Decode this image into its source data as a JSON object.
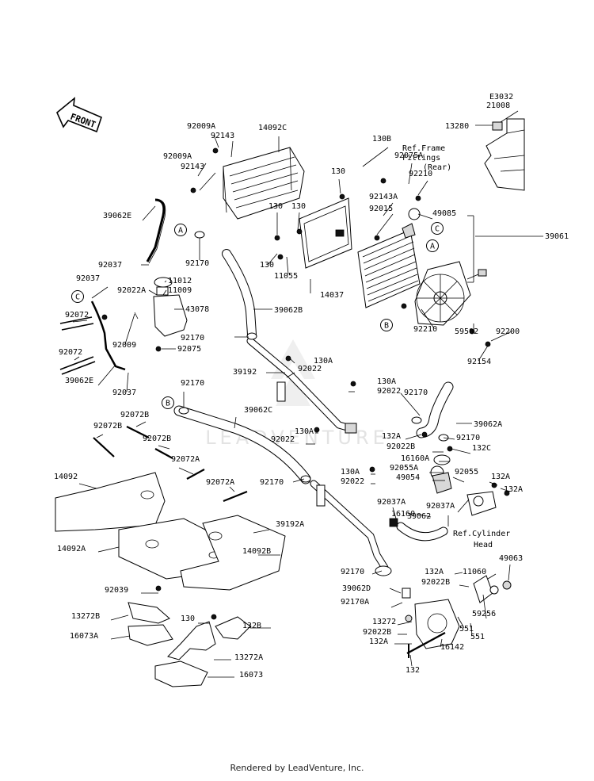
{
  "diagram_code": "E3032",
  "front_label": "FRONT",
  "watermark": "LEADVENTURE",
  "footer": "Rendered by LeadVenture, Inc.",
  "callouts": [
    "A",
    "A",
    "A",
    "B",
    "B",
    "B",
    "C",
    "C"
  ],
  "ref_notes": {
    "frame_fittings": [
      "Ref.Frame",
      "Fittings",
      "(Rear)"
    ],
    "cylinder_head": [
      "Ref.Cylinder",
      "Head"
    ]
  },
  "labels": [
    "21008",
    "13280",
    "130B",
    "92075A",
    "92009A",
    "92143",
    "14092C",
    "92009A",
    "92143",
    "130",
    "92210",
    "92143A",
    "92015",
    "49085",
    "39061",
    "39062E",
    "130",
    "130",
    "92170",
    "92037",
    "11012",
    "11009",
    "92037",
    "130",
    "11055",
    "14037",
    "92022A",
    "43078",
    "39062B",
    "92072",
    "92009",
    "92075",
    "92072",
    "39062E",
    "92037",
    "92170",
    "92210",
    "59502",
    "92200",
    "92154",
    "130A",
    "92022",
    "39192",
    "130A",
    "92022",
    "92170",
    "92170",
    "39062C",
    "39062A",
    "92072B",
    "92072B",
    "130A",
    "132A",
    "92170",
    "92022",
    "92022B",
    "132C",
    "92072B",
    "16160A",
    "92072A",
    "92055A",
    "92055",
    "132A",
    "14092",
    "49054",
    "132A",
    "130A",
    "92022",
    "92170",
    "92072A",
    "16160",
    "92037A",
    "39062",
    "92037A",
    "14092A",
    "39192A",
    "92170",
    "132A",
    "11060",
    "49063",
    "39062D",
    "92022B",
    "92039",
    "92170A",
    "59256",
    "13272B",
    "14092B",
    "130",
    "13272",
    "132B",
    "92022B",
    "551",
    "16073A",
    "132A",
    "551",
    "13272A",
    "16142",
    "16073",
    "132"
  ]
}
